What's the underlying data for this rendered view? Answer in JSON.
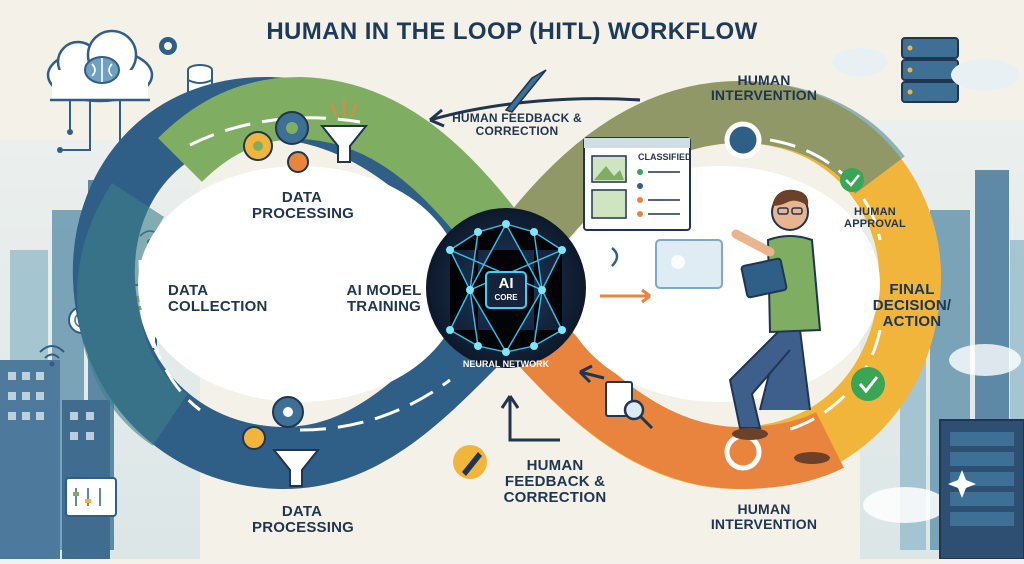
{
  "title": "HUMAN IN THE LOOP (HITL) WORKFLOW",
  "loop_labels": {
    "data_processing_top": "DATA PROCESSING",
    "data_collection": "DATA COLLECTION",
    "ai_model_training": "AI MODEL TRAINING",
    "data_processing_bottom": "DATA PROCESSING",
    "human_feedback_top": "HUMAN FEEDBACK & CORRECTION",
    "human_feedback_bottom": "HUMAN FEEDBACK & CORRECTION",
    "human_intervention_top": "HUMAN INTERVENTION",
    "human_intervention_bottom": "HUMAN INTERVENTION",
    "human_approval": "HUMAN APPROVAL",
    "final_decision": "FINAL DECISION/ ACTION"
  },
  "core": {
    "badge_line1": "AI",
    "badge_line2": "CORE",
    "caption": "NEURAL NETWORK"
  },
  "classified_panel": {
    "title": "CLASSIFIED"
  },
  "colors": {
    "loop_blue": "#2f5f86",
    "loop_green": "#7fae63",
    "loop_teal": "#3f7f8c",
    "loop_orange": "#e8843e",
    "loop_yellow": "#f1b53b",
    "core_dark": "#16243b",
    "core_glow": "#3fd0ff",
    "check_green": "#3aa655"
  },
  "icons": [
    "cloud-brain-icon",
    "database-icon",
    "gear-icon",
    "funnel-icon",
    "pen-icon",
    "document-icon",
    "chart-icon",
    "wifi-icon",
    "fingerprint-icon",
    "check-icon",
    "search-icon",
    "server-icon",
    "cloud-icon",
    "image-icon",
    "arrow-icon"
  ]
}
